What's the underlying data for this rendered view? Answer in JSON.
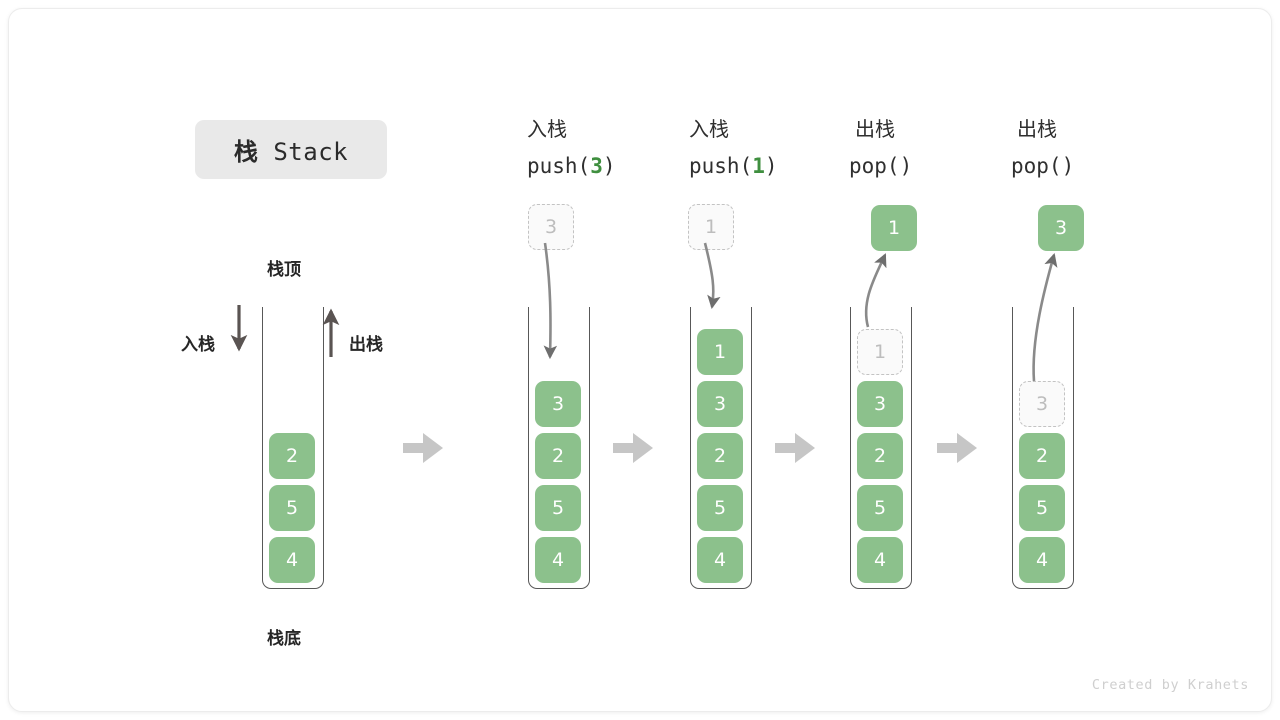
{
  "title": {
    "cn": "栈",
    "en": "Stack"
  },
  "labels": {
    "top": "栈顶",
    "bottom": "栈底",
    "push": "入栈",
    "pop": "出栈"
  },
  "watermark": "Created by Krahets",
  "colors": {
    "cell_fill": "#8cc18c",
    "cell_text": "#ffffff",
    "ghost_border": "#c3c3c3",
    "ghost_text": "#bdbdbd",
    "wall": "#585858",
    "arrow": "#6e6e6e",
    "separator": "#c6c6c6",
    "code_number": "#3f8f3f",
    "badge_bg": "#e9e9e9"
  },
  "steps": [
    {
      "id": "initial",
      "title": "",
      "code": "",
      "code_number": "",
      "cells": [
        {
          "value": "2",
          "state": "filled"
        },
        {
          "value": "5",
          "state": "filled"
        },
        {
          "value": "4",
          "state": "filled"
        }
      ],
      "floating": null,
      "floating_state": null
    },
    {
      "id": "push-3",
      "title": "入栈",
      "code_prefix": "push(",
      "code_number": "3",
      "code_suffix": ")",
      "cells": [
        {
          "value": "3",
          "state": "filled"
        },
        {
          "value": "2",
          "state": "filled"
        },
        {
          "value": "5",
          "state": "filled"
        },
        {
          "value": "4",
          "state": "filled"
        }
      ],
      "floating": "3",
      "floating_state": "ghost",
      "arrow": "down"
    },
    {
      "id": "push-1",
      "title": "入栈",
      "code_prefix": "push(",
      "code_number": "1",
      "code_suffix": ")",
      "cells": [
        {
          "value": "1",
          "state": "filled"
        },
        {
          "value": "3",
          "state": "filled"
        },
        {
          "value": "2",
          "state": "filled"
        },
        {
          "value": "5",
          "state": "filled"
        },
        {
          "value": "4",
          "state": "filled"
        }
      ],
      "floating": "1",
      "floating_state": "ghost",
      "arrow": "down"
    },
    {
      "id": "pop-1",
      "title": "出栈",
      "code_prefix": "pop(",
      "code_number": "",
      "code_suffix": ")",
      "cells": [
        {
          "value": "1",
          "state": "ghost"
        },
        {
          "value": "3",
          "state": "filled"
        },
        {
          "value": "2",
          "state": "filled"
        },
        {
          "value": "5",
          "state": "filled"
        },
        {
          "value": "4",
          "state": "filled"
        }
      ],
      "floating": "1",
      "floating_state": "filled",
      "arrow": "up"
    },
    {
      "id": "pop-3",
      "title": "出栈",
      "code_prefix": "pop(",
      "code_number": "",
      "code_suffix": ")",
      "cells": [
        {
          "value": "3",
          "state": "ghost"
        },
        {
          "value": "2",
          "state": "filled"
        },
        {
          "value": "5",
          "state": "filled"
        },
        {
          "value": "4",
          "state": "filled"
        }
      ],
      "floating": "3",
      "floating_state": "filled",
      "arrow": "up"
    }
  ],
  "separators": {
    "glyph": "➡",
    "count": 4
  }
}
